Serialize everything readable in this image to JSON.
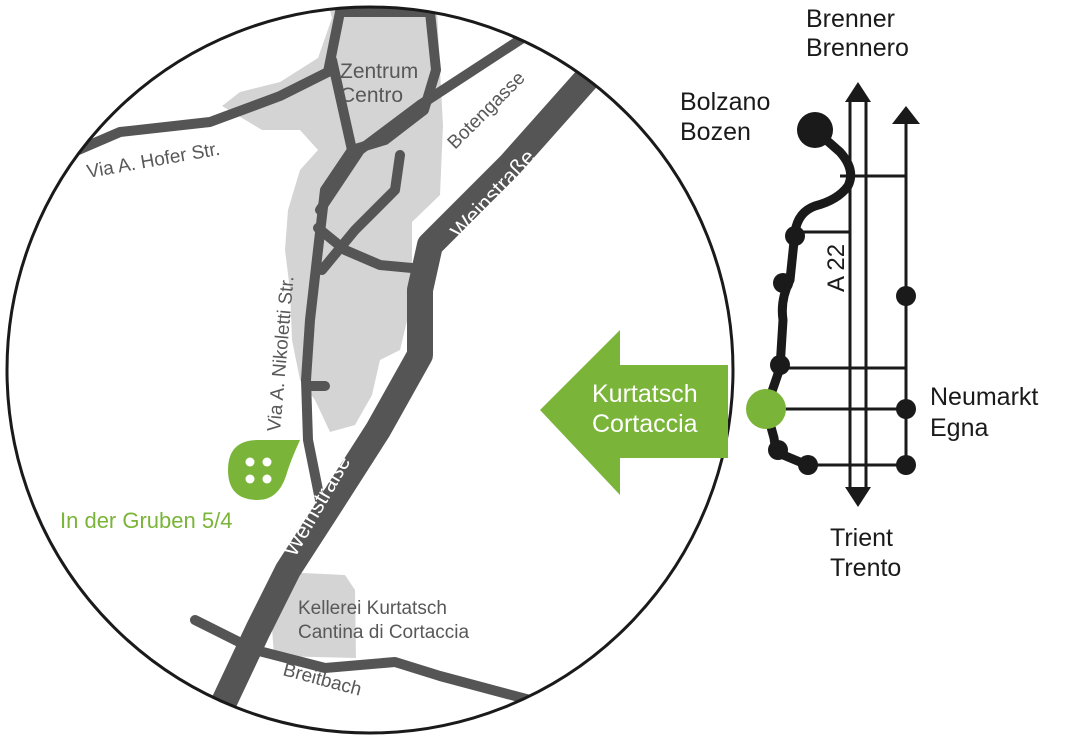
{
  "colors": {
    "accent_green": "#7ab539",
    "road_major": "#555555",
    "area_gray": "#d4d4d4",
    "text_gray": "#575757",
    "text_black": "#1a1a1a"
  },
  "local_map": {
    "areas": {
      "center_l1": "Zentrum",
      "center_l2": "Centro",
      "winery_l1": "Kellerei Kurtatsch",
      "winery_l2": "Cantina di Cortaccia"
    },
    "streets": {
      "hofer": "Via A. Hofer Str.",
      "botengasse": "Botengasse",
      "weinstrasse_north": "Weinstraße",
      "weinstrasse_south": "Weinstraße",
      "nikoletti": "Via A. Nikoletti Str.",
      "breitbach": "Breitbach"
    },
    "destination": {
      "address": "In der Gruben 5/4",
      "marker_icon": "location-pin-icon"
    }
  },
  "arrow": {
    "label_l1": "Kurtatsch",
    "label_l2": "Cortaccia",
    "icon": "arrow-left-icon"
  },
  "regional_map": {
    "highway": "A 22",
    "north_l1": "Brenner",
    "north_l2": "Brennero",
    "bolzano_l1": "Bolzano",
    "bolzano_l2": "Bozen",
    "neumarkt_l1": "Neumarkt",
    "neumarkt_l2": "Egna",
    "south_l1": "Trient",
    "south_l2": "Trento"
  }
}
